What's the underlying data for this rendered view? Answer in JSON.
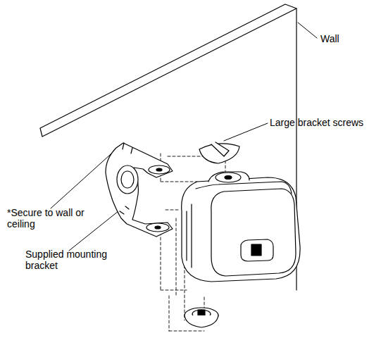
{
  "diagram": {
    "labels": [
      "Wall",
      "Large bracket screws",
      "*Secure to wall or ceiling",
      "Supplied mounting bracket"
    ]
  }
}
